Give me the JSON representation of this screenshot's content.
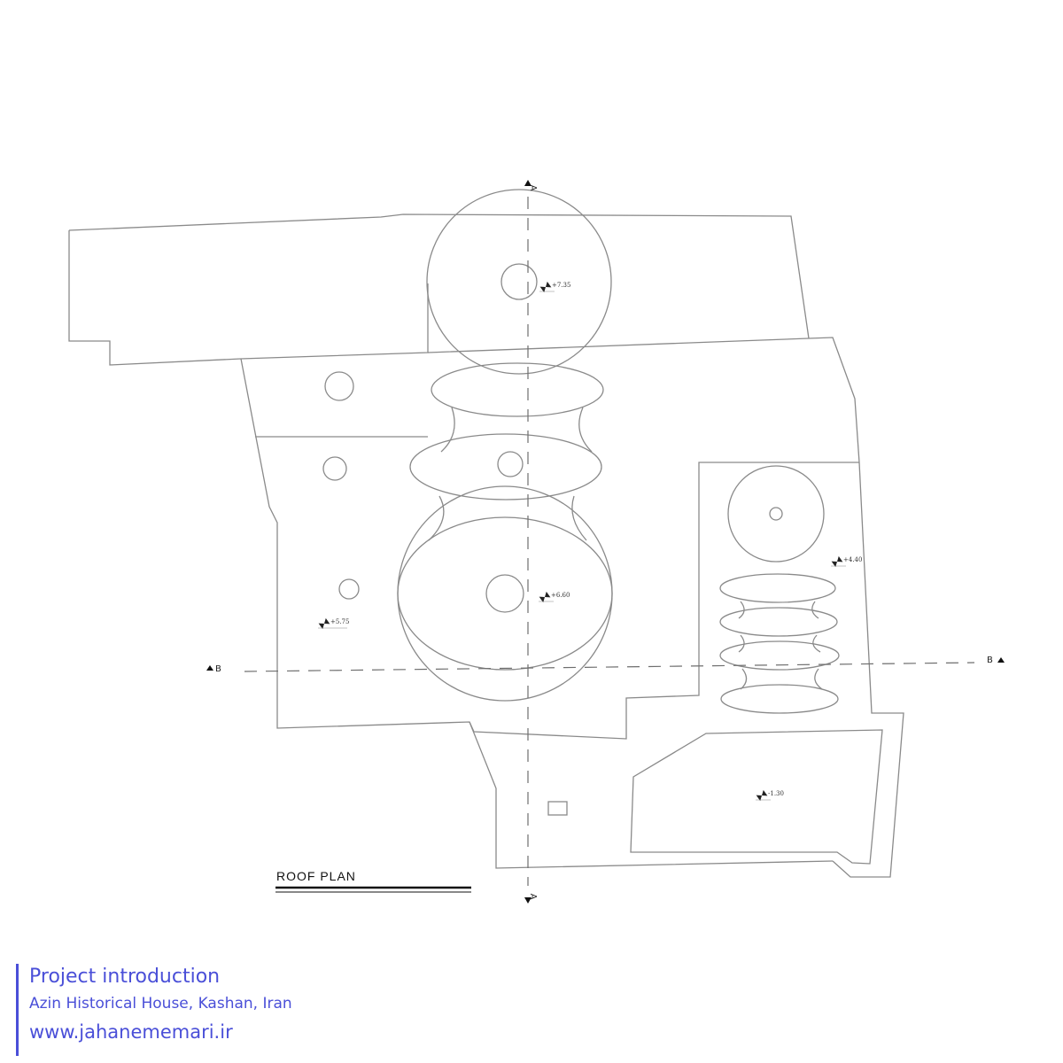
{
  "plan": {
    "title": "ROOF PLAN",
    "section_a": "A",
    "section_b": "B",
    "levels": [
      "+7.35",
      "+6.60",
      "+5.75",
      "+4.40",
      "-1.30"
    ]
  },
  "caption": {
    "heading": "Project introduction",
    "location": "Azin Historical House, Kashan, Iran",
    "website": "www.jahanememari.ir"
  },
  "colors": {
    "line": "#8a8a8a",
    "caption_accent": "#4a4fd8"
  }
}
